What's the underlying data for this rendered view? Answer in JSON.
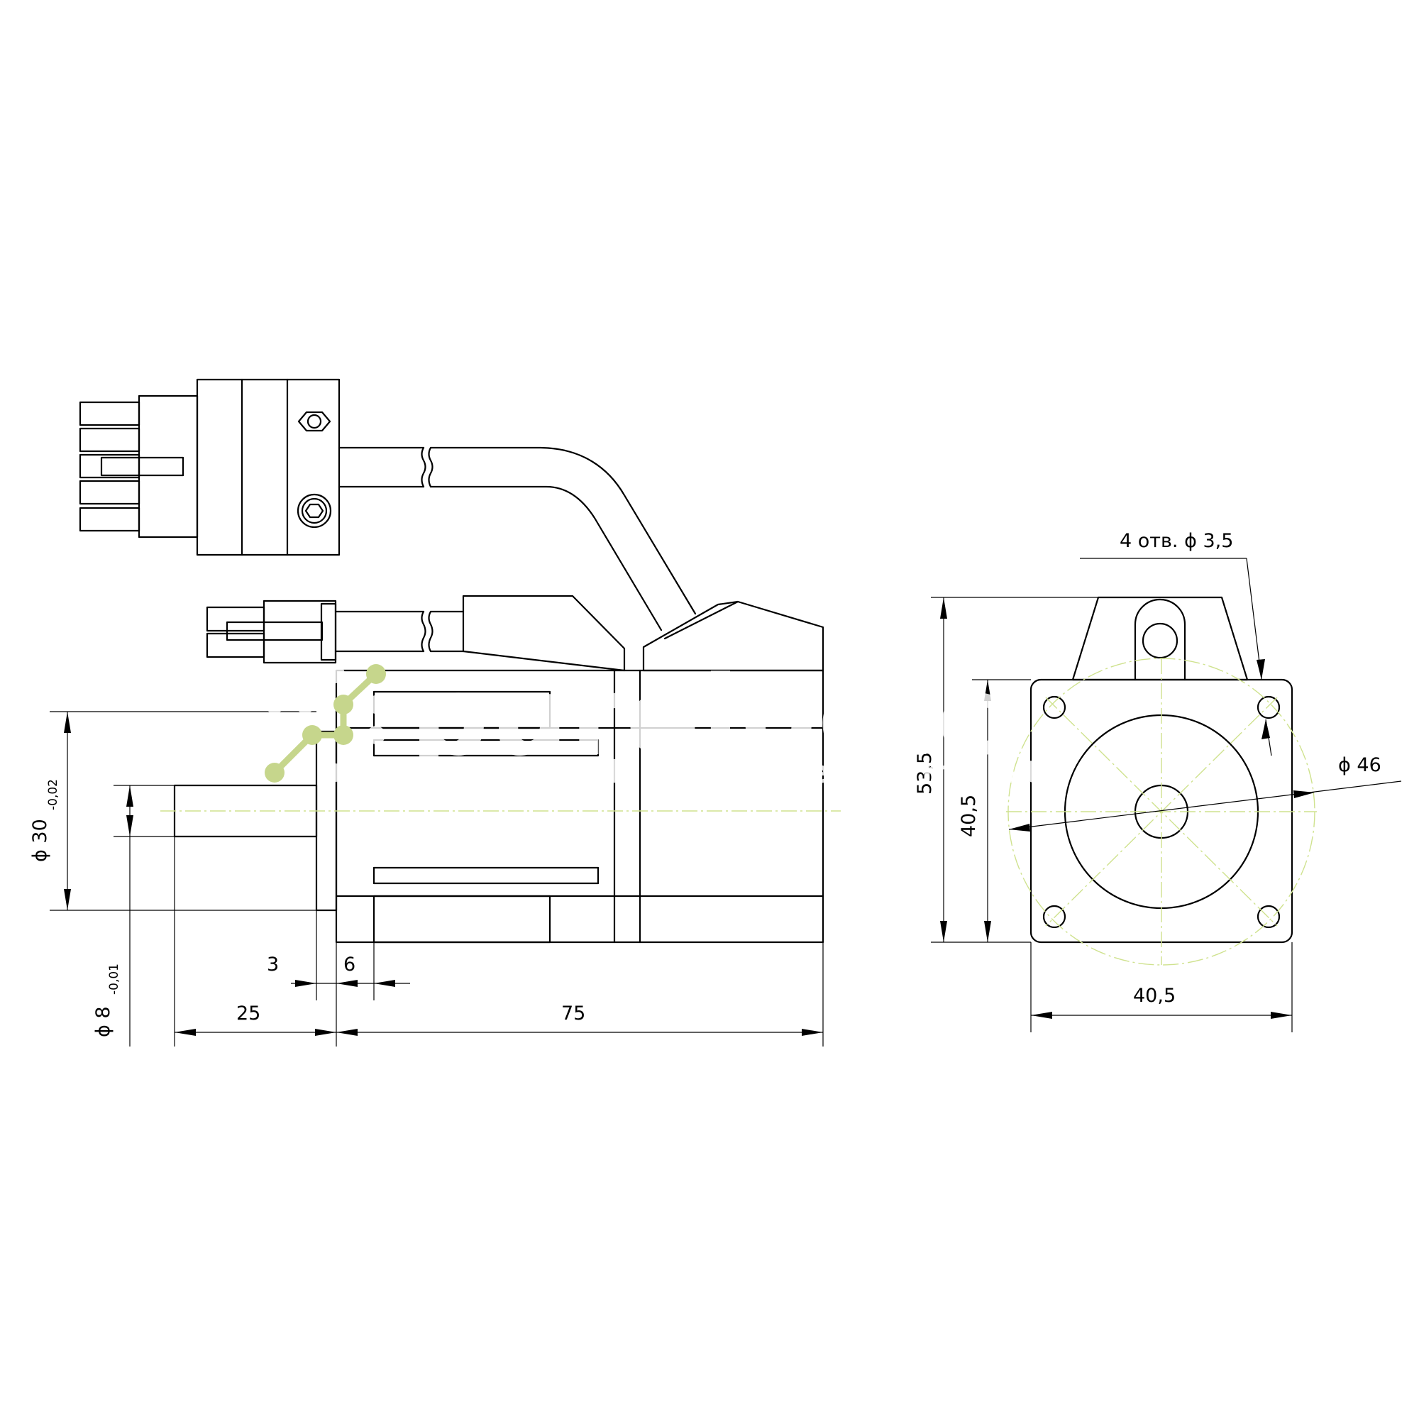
{
  "dimensions": {
    "flange_dia": "ϕ 30",
    "flange_tol": "-0,02",
    "shaft_dia": "ϕ 8",
    "shaft_tol": "-0,01",
    "flange_thickness": "3",
    "pilot_depth": "6",
    "shaft_length": "25",
    "body_length": "75",
    "holes": "4 отв. ϕ 3,5",
    "bolt_circle": "ϕ 46",
    "square_height": "40,5",
    "total_height": "53,5",
    "square_width": "40,5"
  },
  "watermark": {
    "brand": "purelogic",
    "tagline": "research & development"
  },
  "colors": {
    "line": "#000000",
    "centerline": "#cfe28e",
    "logo_green": "#c6d68c"
  }
}
